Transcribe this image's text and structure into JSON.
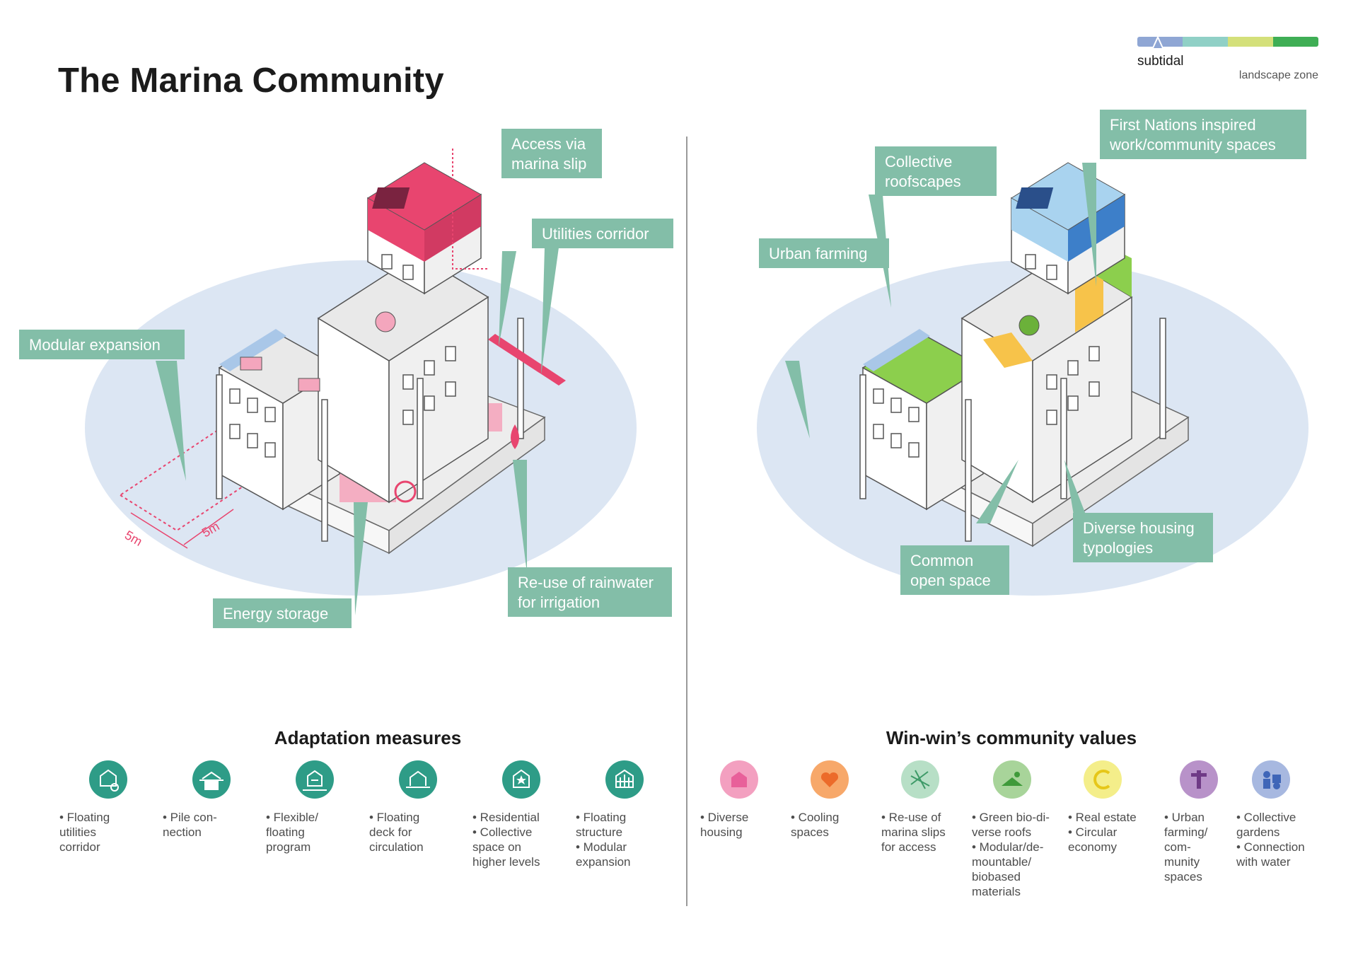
{
  "title": "The Marina Community",
  "scale": {
    "label": "subtidal",
    "zone_label": "landscape zone",
    "colors": [
      "#8fa6d4",
      "#90d0c6",
      "#d4e07a",
      "#3fae55"
    ]
  },
  "left_diagram": {
    "dimension_labels": [
      "5m",
      "5m"
    ],
    "callouts": {
      "access": "Access via\nmarina slip",
      "utilities": "Utilities corridor",
      "modular": "Modular expansion",
      "energy": "Energy storage",
      "rainwater": "Re-use of rainwater\nfor irrigation"
    }
  },
  "right_diagram": {
    "callouts": {
      "first_nations": "First Nations inspired\nwork/community spaces",
      "roofscapes": "Collective\nroofscapes",
      "farming": "Urban farming",
      "housing": "Diverse housing\ntypologies",
      "open_space": "Common\nopen space"
    }
  },
  "adaptation": {
    "title": "Adaptation measures",
    "items": [
      {
        "icon": "floating-utilities-icon",
        "text": "• Floating\n  utilities\n  corridor"
      },
      {
        "icon": "pile-connection-icon",
        "text": "• Pile con-\n  nection"
      },
      {
        "icon": "flexible-program-icon",
        "text": "• Flexible/\n  floating\n  program"
      },
      {
        "icon": "floating-deck-icon",
        "text": "• Floating\n  deck for\n  circulation"
      },
      {
        "icon": "residential-icon",
        "text": "• Residential\n• Collective\n  space on\n  higher levels"
      },
      {
        "icon": "floating-structure-icon",
        "text": "• Floating\n  structure\n• Modular\n  expansion"
      }
    ],
    "color": "#2e9c87"
  },
  "values": {
    "title": "Win-win’s community values",
    "items": [
      {
        "icon": "diverse-housing-icon",
        "color": "#f3a0c0",
        "text": "• Diverse\n  housing"
      },
      {
        "icon": "cooling-heart-icon",
        "color": "#f7a86a",
        "text": "• Cooling\n  spaces"
      },
      {
        "icon": "marina-slips-icon",
        "color": "#b7dfc6",
        "text": "• Re-use of\n  marina slips\n  for access"
      },
      {
        "icon": "green-roof-icon",
        "color": "#a8d49a",
        "text": "• Green bio-di-\n  verse roofs\n• Modular/de-\n  mountable/\n  biobased\n  materials"
      },
      {
        "icon": "circular-economy-icon",
        "color": "#f4ee8a",
        "text": "• Real estate\n• Circular\n  economy"
      },
      {
        "icon": "totem-icon",
        "color": "#b892c9",
        "text": "• Urban\n  farming/\n  com-\n  munity\n  spaces"
      },
      {
        "icon": "community-gardens-icon",
        "color": "#a7b8e0",
        "text": "• Collective\n  gardens\n• Connection\n  with water"
      }
    ]
  }
}
